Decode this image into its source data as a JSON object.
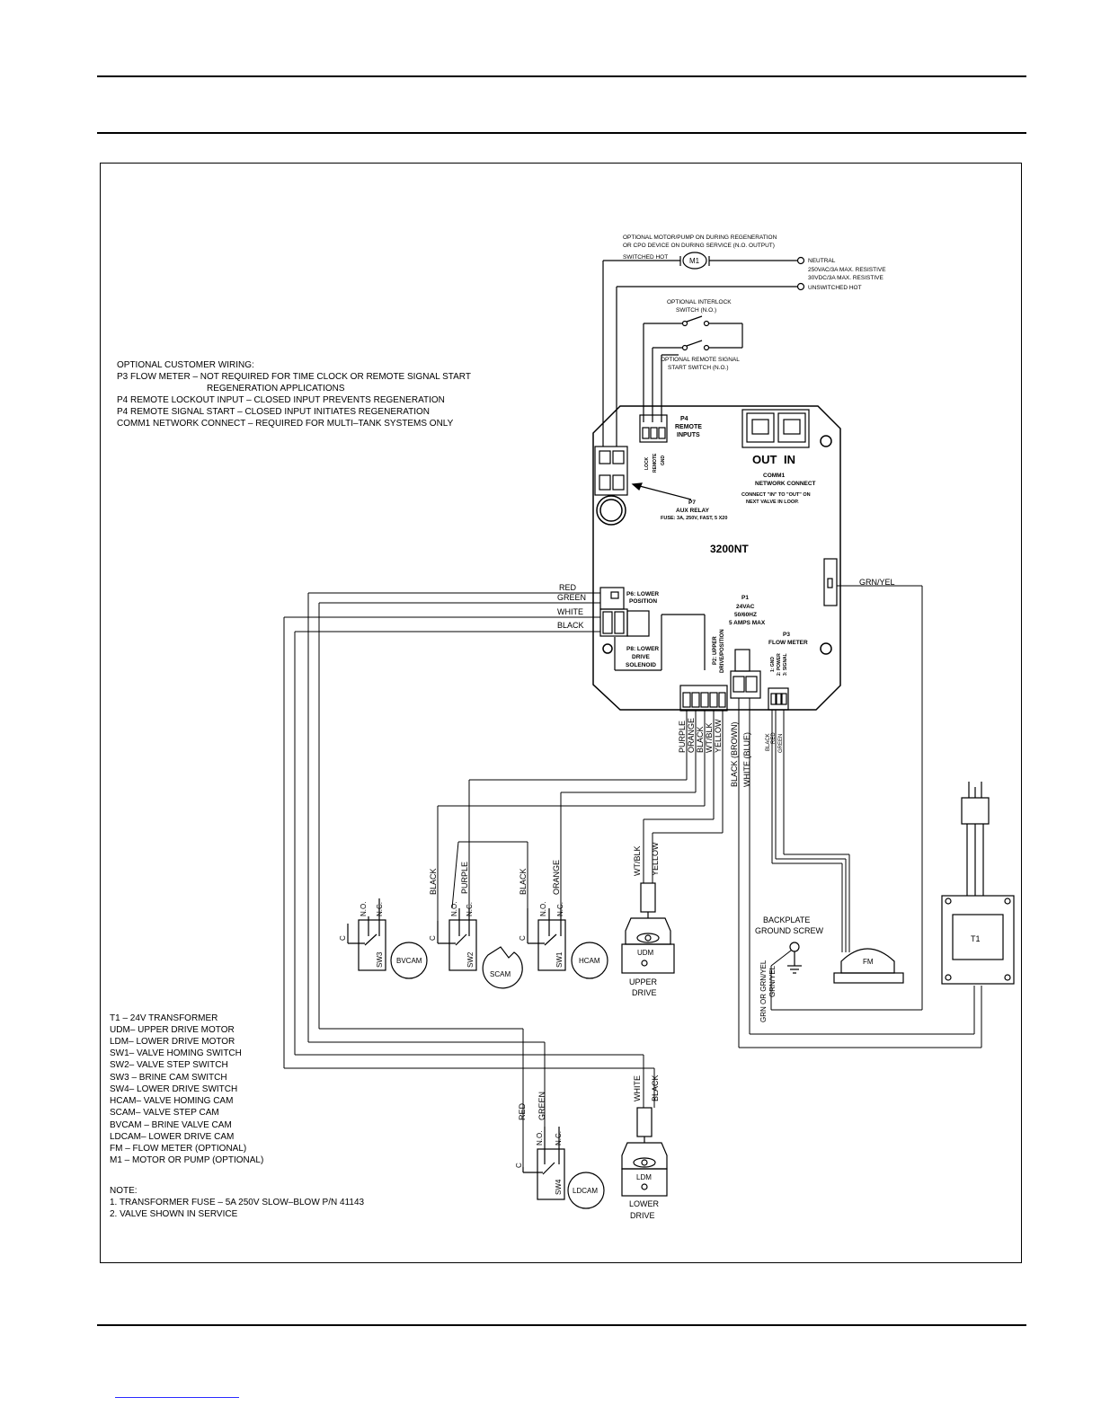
{
  "board": {
    "model": "3200NT",
    "comm_out": "OUT",
    "comm_in": "IN",
    "comm_title": "COMM1",
    "comm_subtitle": "NETWORK CONNECT",
    "comm_note_1": "CONNECT \"IN\" TO \"OUT\" ON",
    "comm_note_2": "NEXT VALVE IN LOOP.",
    "p4_title": "P4",
    "p4_sub1": "REMOTE",
    "p4_sub2": "INPUTS",
    "p4_pins": [
      "LOCK",
      "REMOTE",
      "GND"
    ],
    "p7_title": "P7",
    "p7_sub": "AUX RELAY",
    "p7_fuse": "FUSE: 3A, 250V, FAST, 5 X20",
    "p6_1": "P6: LOWER",
    "p6_2": "POSITION",
    "p8_1": "P8: LOWER",
    "p8_2": "DRIVE",
    "p8_3": "SOLENOID",
    "p2_1": "P2: UPPER",
    "p2_2": "DRIVE/POSITION",
    "p1_1": "P1",
    "p1_2": "24VAC",
    "p1_3": "50/60HZ",
    "p1_4": "5 AMPS MAX",
    "p3_1": "P3",
    "p3_2": "FLOW METER",
    "p3_pins": [
      "1: GND",
      "2: POWER",
      "3: SIGNAL"
    ]
  },
  "top_wiring": {
    "title_1": "OPTIONAL MOTOR/PUMP ON DURING REGENERATION",
    "title_2": "OR CPO DEVICE ON DURING SERVICE (N.O. OUTPUT)",
    "switched_hot": "SWITCHED HOT",
    "m1": "M1",
    "neutral": "NEUTRAL",
    "rating_1": "250VAC/3A MAX. RESISTIVE",
    "rating_2": "30VDC/3A MAX. RESISTIVE",
    "unswitched_hot": "UNSWITCHED HOT",
    "interlock_1": "OPTIONAL INTERLOCK",
    "interlock_2": "SWITCH (N.O.)",
    "remote_1": "OPTIONAL REMOTE SIGNAL",
    "remote_2": "START SWITCH (N.O.)"
  },
  "customer_notes": {
    "title": "OPTIONAL CUSTOMER WIRING:",
    "line_1": "P3 FLOW METER – NOT REQUIRED FOR TIME CLOCK OR REMOTE SIGNAL START",
    "line_1b": "REGENERATION APPLICATIONS",
    "line_2": "P4 REMOTE LOCKOUT INPUT – CLOSED INPUT PREVENTS REGENERATION",
    "line_3": "P4 REMOTE SIGNAL START – CLOSED INPUT INITIATES REGENERATION",
    "line_4": "COMM1 NETWORK CONNECT – REQUIRED FOR MULTI–TANK SYSTEMS ONLY"
  },
  "wires": {
    "red": "RED",
    "green": "GREEN",
    "white": "WHITE",
    "black": "BLACK",
    "grn_yel": "GRN/YEL",
    "purple": "PURPLE",
    "orange": "ORANGE",
    "wt_blk": "WT/BLK",
    "yellow": "YELLOW",
    "black_brown": "BLACK (BROWN)",
    "white_blue": "WHITE (BLUE)",
    "fm_black": "BLACK",
    "fm_red": "RED",
    "fm_green": "GREEN",
    "grn_or_grnyel": "GRN OR GRN/YEL",
    "grnyel_short": "GRN/YEL"
  },
  "components": {
    "sw3": "SW3",
    "bvcam": "BVCAM",
    "sw2": "SW2",
    "scam": "SCAM",
    "sw1": "SW1",
    "hcam": "HCAM",
    "sw4": "SW4",
    "ldcam": "LDCAM",
    "no": "N.O.",
    "nc": "N.C.",
    "c": "C",
    "udm": "UDM",
    "upper_1": "UPPER",
    "upper_2": "DRIVE",
    "ldm": "LDM",
    "lower_1": "LOWER",
    "lower_2": "DRIVE",
    "backplate_1": "BACKPLATE",
    "backplate_2": "GROUND SCREW",
    "fm": "FM",
    "t1": "T1"
  },
  "legend": [
    "T1 – 24V TRANSFORMER",
    "UDM– UPPER DRIVE MOTOR",
    "LDM– LOWER DRIVE MOTOR",
    "SW1– VALVE HOMING SWITCH",
    "SW2– VALVE STEP SWITCH",
    "SW3 – BRINE CAM SWITCH",
    "SW4– LOWER DRIVE SWITCH",
    "HCAM– VALVE HOMING CAM",
    "SCAM– VALVE STEP CAM",
    "BVCAM – BRINE VALVE CAM",
    "LDCAM– LOWER DRIVE CAM",
    "FM – FLOW METER (OPTIONAL)",
    "M1 – MOTOR OR PUMP (OPTIONAL)"
  ],
  "notes": {
    "title": "NOTE:",
    "n1": "1.  TRANSFORMER FUSE – 5A 250V SLOW–BLOW P/N 41143",
    "n2": "2.  VALVE SHOWN IN SERVICE"
  }
}
